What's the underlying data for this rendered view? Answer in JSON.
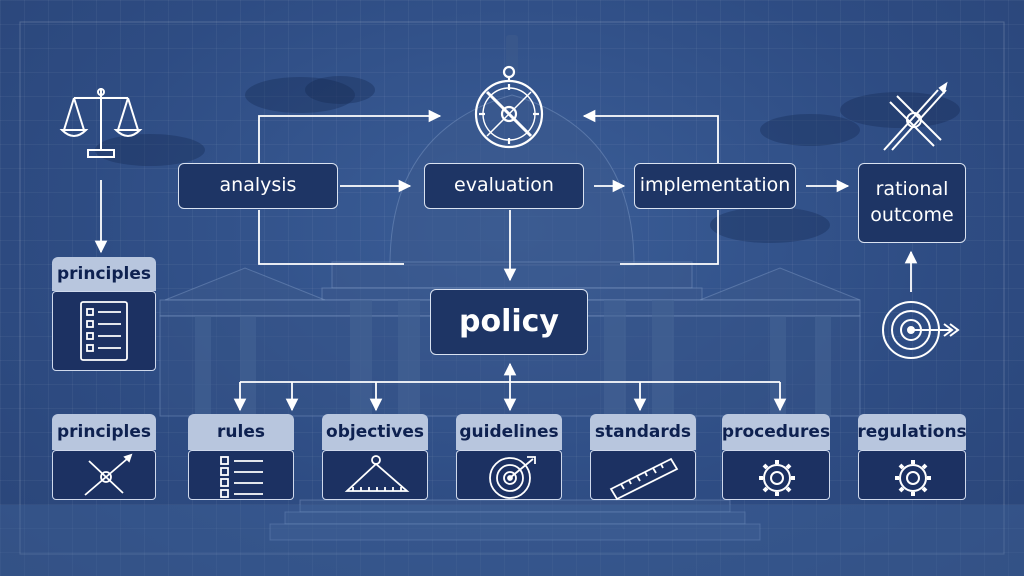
{
  "flow": {
    "analysis": "analysis",
    "evaluation": "evaluation",
    "implementation": "implementation",
    "outcome_line1": "rational",
    "outcome_line2": "outcome",
    "policy": "policy"
  },
  "side_panel": {
    "label": "principles",
    "icon": "checklist-icon"
  },
  "top_icons": [
    "scales-of-justice-icon",
    "compass-icon",
    "drafting-compass-icon",
    "target-icon"
  ],
  "bottom_cards": [
    {
      "label": "principles",
      "icon": "drafting-compass-icon"
    },
    {
      "label": "rules",
      "icon": "checklist-icon"
    },
    {
      "label": "objectives",
      "icon": "triangle-ruler-icon"
    },
    {
      "label": "guidelines",
      "icon": "target-icon"
    },
    {
      "label": "standards",
      "icon": "ruler-icon"
    },
    {
      "label": "procedures",
      "icon": "gear-icon"
    },
    {
      "label": "regulations",
      "icon": "gear-icon"
    }
  ],
  "colors": {
    "background": "#2f4f86",
    "box": "#1e3565",
    "tab": "#b8c6de",
    "line": "#ffffff"
  }
}
